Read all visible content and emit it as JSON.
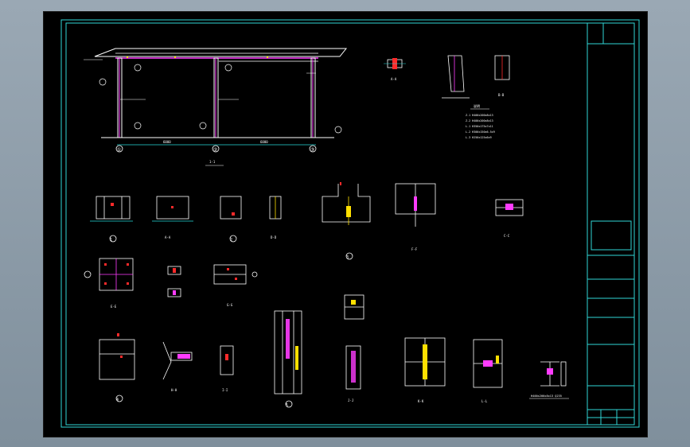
{
  "drawing": {
    "background": "#000000",
    "colors": {
      "frame": "#2fd6d6",
      "line": "#ffffff",
      "dim": "#27d8d8",
      "accent_red": "#ff2a2a",
      "accent_magenta": "#ff3cff",
      "accent_yellow": "#ffe000",
      "accent_green": "#3cff5a"
    },
    "elevation": {
      "grid_marks": [
        "①",
        "②",
        "③"
      ],
      "spans": [
        "6000",
        "6000"
      ],
      "caption": "1-1"
    },
    "section_tags": {
      "a_a": "A-A",
      "b_b": "B-B",
      "c_c": "C-C",
      "d_d": "D-D",
      "e_e": "E-E",
      "f_f": "F-F",
      "g_g": "G-G",
      "h_h": "H-H",
      "i_i": "I-I",
      "j_j": "J-J",
      "k_k": "K-K",
      "l_l": "L-L"
    },
    "detail_marks": {
      "d1": "1",
      "d2": "2",
      "d3": "3",
      "d4": "4",
      "d5": "5"
    },
    "notes": {
      "list_title": "说明",
      "list_items": [
        "Z-1 H400x200x8x13",
        "Z-2 H400x200x8x13",
        "L-1 H350x175x7x11",
        "L-2 H300x150x6.5x9",
        "L-3 H250x125x6x9"
      ],
      "bottom_label": "H400x200x8x13 Q235"
    },
    "title_block": {
      "rows": [
        "",
        "",
        "",
        "",
        "",
        "",
        ""
      ]
    }
  }
}
